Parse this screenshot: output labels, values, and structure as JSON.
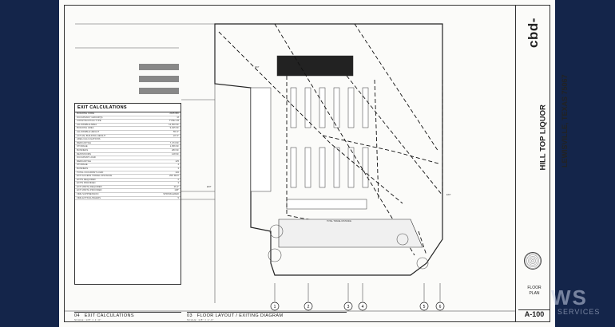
{
  "title_block": {
    "logo": "cbd-",
    "project_name": "HILL TOP LIQUOR",
    "project_city": "LEWISVILLE, TEXAS 75067",
    "sheet_title_line1": "FLOOR",
    "sheet_title_line2": "PLAN",
    "sheet_number": "A-100"
  },
  "exit_calculations": {
    "title": "EXIT CALCULATIONS",
    "rows": [
      {
        "k": "BUILDING CODE",
        "v": "2015 IBC"
      },
      {
        "k": "OCCUPANCY GROUP(S)",
        "v": "M"
      },
      {
        "k": "CONSTRUCTION TYPE",
        "v": "TYPE II-B"
      },
      {
        "k": "ALLOWABLE AREA",
        "v": "12,500 SF"
      },
      {
        "k": "BUILDING AREA",
        "v": "9,645 SF"
      },
      {
        "k": "ALLOWABLE HEIGHT",
        "v": "55'-0\""
      },
      {
        "k": "ACTUAL BUILDING HEIGHT",
        "v": "22'-0\""
      },
      {
        "k": "AREA CALCULATIONS",
        "v": ""
      },
      {
        "k": "MERCANTILE",
        "v": "7,474 SF"
      },
      {
        "k": "STORAGE",
        "v": "1,056 SF"
      },
      {
        "k": "BUSINESS",
        "v": "280 SF"
      },
      {
        "k": "RESTROOMS",
        "v": "128 SF"
      },
      {
        "k": "OCCUPANT LOAD",
        "v": ""
      },
      {
        "k": "MERCANTILE",
        "v": "125"
      },
      {
        "k": "STORAGE",
        "v": "4"
      },
      {
        "k": "BUSINESS",
        "v": "3"
      },
      {
        "k": "TOTAL OCCUPANT LOAD",
        "v": "132"
      },
      {
        "k": "EXIT ACCESS TRAVEL DISTANCE",
        "v": "250' MAX"
      },
      {
        "k": "EXITS REQUIRED",
        "v": "2"
      },
      {
        "k": "EXITS PROVIDED",
        "v": "3"
      },
      {
        "k": "EXIT WIDTH REQUIRED",
        "v": "26.4\""
      },
      {
        "k": "EXIT WIDTH PROVIDED",
        "v": "108\""
      },
      {
        "k": "FIRE SUPPRESSION",
        "v": "SPRINKLERED"
      },
      {
        "k": "FIRE EXTINGUISHERS",
        "v": "5"
      }
    ]
  },
  "captions": {
    "left_num": "04",
    "left_title": "EXIT CALCULATIONS",
    "left_scale": "SCALE: 1/8\" = 1'-0\"",
    "right_num": "03",
    "right_title": "FLOOR LAYOUT / EXITING DIAGRAM",
    "right_scale": "SCALE: 1/8\" = 1'-0\""
  },
  "grid_markers": [
    "1",
    "2",
    "3",
    "4",
    "5",
    "6"
  ],
  "plan_labels": {
    "exit_label": "EXIT",
    "travel_label": "TOTAL TRAVEL DISTANCE"
  },
  "watermark": {
    "main": "WS",
    "sub": "SERVICES"
  }
}
